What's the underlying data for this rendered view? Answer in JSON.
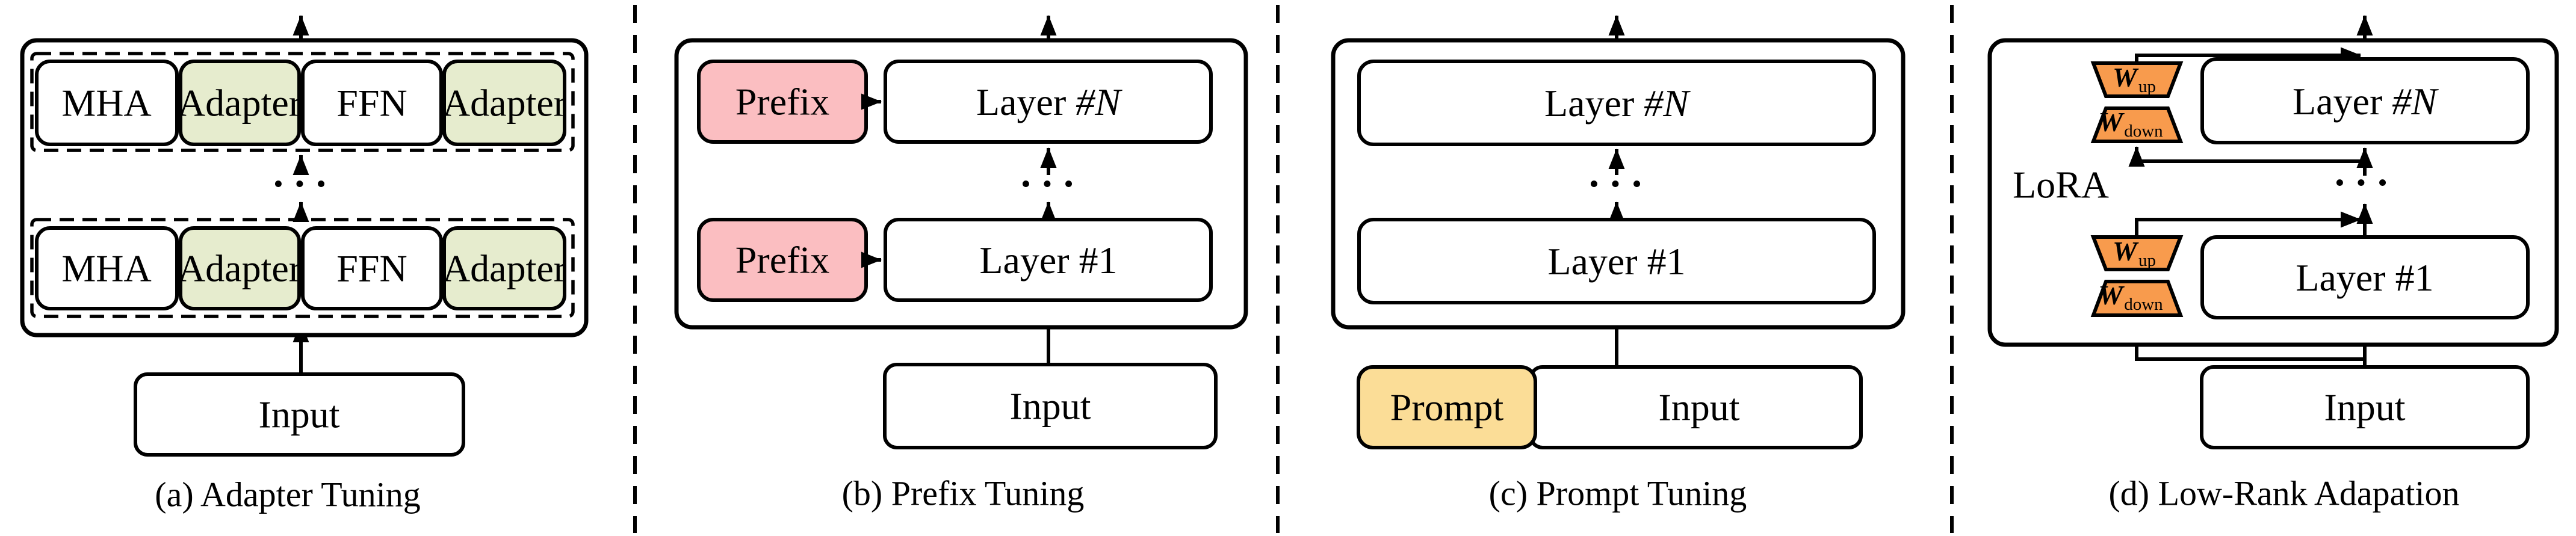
{
  "colors": {
    "adapter_green": "#e6ecce",
    "prefix_pink": "#fbbec1",
    "prompt_yellow": "#fbdd97",
    "lora_orange": "#f89b4d",
    "line_black": "#000000",
    "box_white": "#ffffff"
  },
  "dots": "• • •",
  "panel_a": {
    "caption": "(a) Adapter Tuning",
    "box_mha": "MHA",
    "box_adapter": "Adapter",
    "box_ffn": "FFN",
    "box_input": "Input"
  },
  "panel_b": {
    "caption": "(b) Prefix Tuning",
    "box_prefix": "Prefix",
    "layer_word": "Layer",
    "layer_top_num": "#N",
    "layer_bottom_num": "#1",
    "box_input": "Input"
  },
  "panel_c": {
    "caption": "(c) Prompt Tuning",
    "box_prompt": "Prompt",
    "layer_word": "Layer",
    "layer_top_num": "#N",
    "layer_bottom_num": "#1",
    "box_input": "Input"
  },
  "panel_d": {
    "caption": "(d) Low-Rank Adapation",
    "lora_label": "LoRA",
    "w_symbol": "W",
    "w_up_sub": "up",
    "w_down_sub": "down",
    "layer_word": "Layer",
    "layer_top_num": "#N",
    "layer_bottom_num": "#1",
    "box_input": "Input"
  }
}
